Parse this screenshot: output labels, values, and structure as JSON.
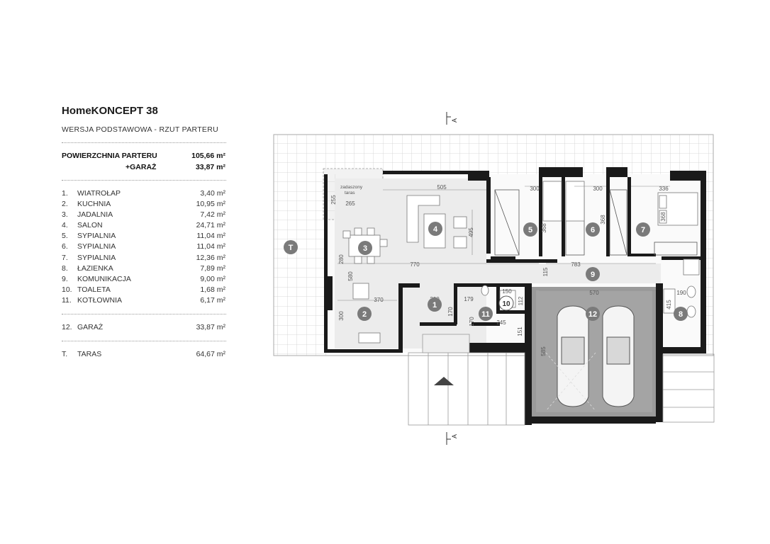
{
  "header": {
    "title": "HomeKONCEPT 38",
    "subtitle": "WERSJA  PODSTAWOWA   -   RZUT PARTERU"
  },
  "summary": {
    "ground_label": "POWIERZCHNIA PARTERU",
    "ground_value": "105,66 m²",
    "garage_label": "+GARAŻ",
    "garage_value": "33,87 m²"
  },
  "rooms": [
    {
      "num": "1.",
      "name": "WIATROŁAP",
      "area": "3,40 m²"
    },
    {
      "num": "2.",
      "name": "KUCHNIA",
      "area": "10,95 m²"
    },
    {
      "num": "3.",
      "name": "JADALNIA",
      "area": "7,42 m²"
    },
    {
      "num": "4.",
      "name": "SALON",
      "area": "24,71 m²"
    },
    {
      "num": "5.",
      "name": "SYPIALNIA",
      "area": "11,04 m²"
    },
    {
      "num": "6.",
      "name": "SYPIALNIA",
      "area": "11,04 m²"
    },
    {
      "num": "7.",
      "name": "SYPIALNIA",
      "area": "12,36 m²"
    },
    {
      "num": "8.",
      "name": "ŁAZIENKA",
      "area": "7,89 m²"
    },
    {
      "num": "9.",
      "name": "KOMUNIKACJA",
      "area": "9,00 m²"
    },
    {
      "num": "10.",
      "name": "TOALETA",
      "area": "1,68 m²"
    },
    {
      "num": "11.",
      "name": "KOTŁOWNIA",
      "area": "6,17 m²"
    }
  ],
  "garage": {
    "num": "12.",
    "name": "GARAŻ",
    "area": "33,87 m²"
  },
  "terrace": {
    "num": "T.",
    "name": "TARAS",
    "area": "64,67 m²"
  },
  "plan": {
    "section_marker": "A",
    "terrace_marker": "T",
    "covered_terrace": [
      "zadaszony",
      "taras"
    ],
    "room_markers": [
      "1",
      "2",
      "3",
      "4",
      "5",
      "6",
      "7",
      "8",
      "9",
      "10",
      "11",
      "12"
    ],
    "dimensions": [
      "505",
      "300",
      "300",
      "336",
      "495",
      "368",
      "368",
      "368",
      "280",
      "770",
      "783",
      "115",
      "580",
      "370",
      "200",
      "179",
      "150",
      "112",
      "570",
      "190",
      "415",
      "300",
      "170",
      "170",
      "245",
      "151",
      "585",
      "255",
      "265"
    ]
  },
  "colors": {
    "marker_fill": "#7a7a7a",
    "wall": "#1a1a1a",
    "grid": "#cccccc",
    "garage_floor": "#9a9a9a"
  }
}
